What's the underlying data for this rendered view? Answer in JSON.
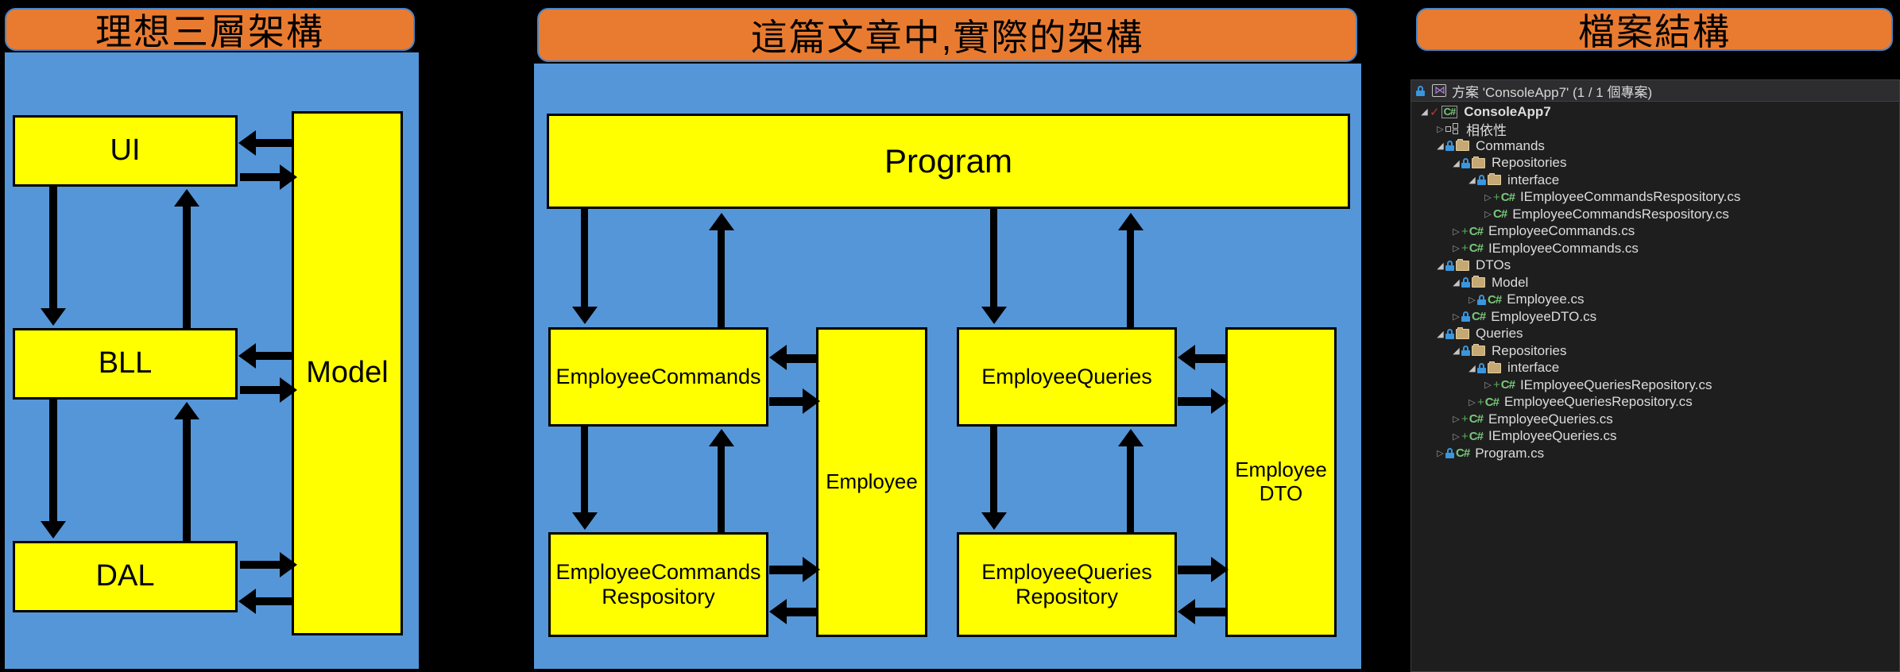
{
  "panels": {
    "left": {
      "title": "理想三層架構",
      "nodes": [
        {
          "label": "UI"
        },
        {
          "label": "BLL"
        },
        {
          "label": "DAL"
        },
        {
          "label": "Model"
        }
      ]
    },
    "middle": {
      "title": "這篇文章中,實際的架構",
      "nodes": [
        {
          "label": "Program"
        },
        {
          "label": "EmployeeCommands"
        },
        {
          "label": "EmployeeCommands\nRespository"
        },
        {
          "label": "Employee"
        },
        {
          "label": "EmployeeQueries"
        },
        {
          "label": "EmployeeQueries\nRepository"
        },
        {
          "label": "Employee\nDTO"
        }
      ]
    },
    "right": {
      "title": "檔案結構",
      "solution_header": "方案 'ConsoleApp7' (1 / 1 個專案)",
      "tree": [
        {
          "label": "ConsoleApp7",
          "depth": 0,
          "chev": "open",
          "icons": [
            "check",
            "csbox"
          ],
          "bold": true
        },
        {
          "label": "相依性",
          "depth": 1,
          "chev": "closed",
          "icons": [
            "deps"
          ],
          "bold": false
        },
        {
          "label": "Commands",
          "depth": 1,
          "chev": "open",
          "icons": [
            "lock",
            "folder"
          ],
          "bold": false
        },
        {
          "label": "Repositories",
          "depth": 2,
          "chev": "open",
          "icons": [
            "lock",
            "folder"
          ],
          "bold": false
        },
        {
          "label": "interface",
          "depth": 3,
          "chev": "open",
          "icons": [
            "lock",
            "folder"
          ],
          "bold": false
        },
        {
          "label": "IEmployeeCommandsRespository.cs",
          "depth": 4,
          "chev": "closed",
          "icons": [
            "plus",
            "cs"
          ],
          "bold": false
        },
        {
          "label": "EmployeeCommandsRespository.cs",
          "depth": 4,
          "chev": "closed",
          "icons": [
            "cs"
          ],
          "bold": false
        },
        {
          "label": "EmployeeCommands.cs",
          "depth": 2,
          "chev": "closed",
          "icons": [
            "plus",
            "cs"
          ],
          "bold": false
        },
        {
          "label": "IEmployeeCommands.cs",
          "depth": 2,
          "chev": "closed",
          "icons": [
            "plus",
            "cs"
          ],
          "bold": false
        },
        {
          "label": "DTOs",
          "depth": 1,
          "chev": "open",
          "icons": [
            "lock",
            "folder"
          ],
          "bold": false
        },
        {
          "label": "Model",
          "depth": 2,
          "chev": "open",
          "icons": [
            "lock",
            "folder"
          ],
          "bold": false
        },
        {
          "label": "Employee.cs",
          "depth": 3,
          "chev": "closed",
          "icons": [
            "lock",
            "cs"
          ],
          "bold": false
        },
        {
          "label": "EmployeeDTO.cs",
          "depth": 2,
          "chev": "closed",
          "icons": [
            "lock",
            "cs"
          ],
          "bold": false
        },
        {
          "label": "Queries",
          "depth": 1,
          "chev": "open",
          "icons": [
            "lock",
            "folder"
          ],
          "bold": false
        },
        {
          "label": "Repositories",
          "depth": 2,
          "chev": "open",
          "icons": [
            "lock",
            "folder"
          ],
          "bold": false
        },
        {
          "label": "interface",
          "depth": 3,
          "chev": "open",
          "icons": [
            "lock",
            "folder"
          ],
          "bold": false
        },
        {
          "label": "IEmployeeQueriesRepository.cs",
          "depth": 4,
          "chev": "closed",
          "icons": [
            "plus",
            "cs"
          ],
          "bold": false
        },
        {
          "label": "EmployeeQueriesRepository.cs",
          "depth": 3,
          "chev": "closed",
          "icons": [
            "plus",
            "cs"
          ],
          "bold": false
        },
        {
          "label": "EmployeeQueries.cs",
          "depth": 2,
          "chev": "closed",
          "icons": [
            "plus",
            "cs"
          ],
          "bold": false
        },
        {
          "label": "IEmployeeQueries.cs",
          "depth": 2,
          "chev": "closed",
          "icons": [
            "plus",
            "cs"
          ],
          "bold": false
        },
        {
          "label": "Program.cs",
          "depth": 1,
          "chev": "closed",
          "icons": [
            "lock",
            "cs"
          ],
          "bold": false
        }
      ]
    }
  },
  "colors": {
    "banner_orange": "#E97B30",
    "panel_blue": "#5596D8",
    "node_yellow": "#FFFF00",
    "explorer_bg": "#1E1E1E",
    "explorer_header": "#2D2D30"
  },
  "icons": {
    "lock": "lock-icon",
    "folder": "folder-icon",
    "cs": "csharp-file-icon",
    "deps": "dependencies-icon",
    "vs": "visual-studio-solution-icon",
    "check": "checkmark-icon",
    "chev_open": "chevron-down-icon",
    "chev_closed": "chevron-right-icon"
  }
}
